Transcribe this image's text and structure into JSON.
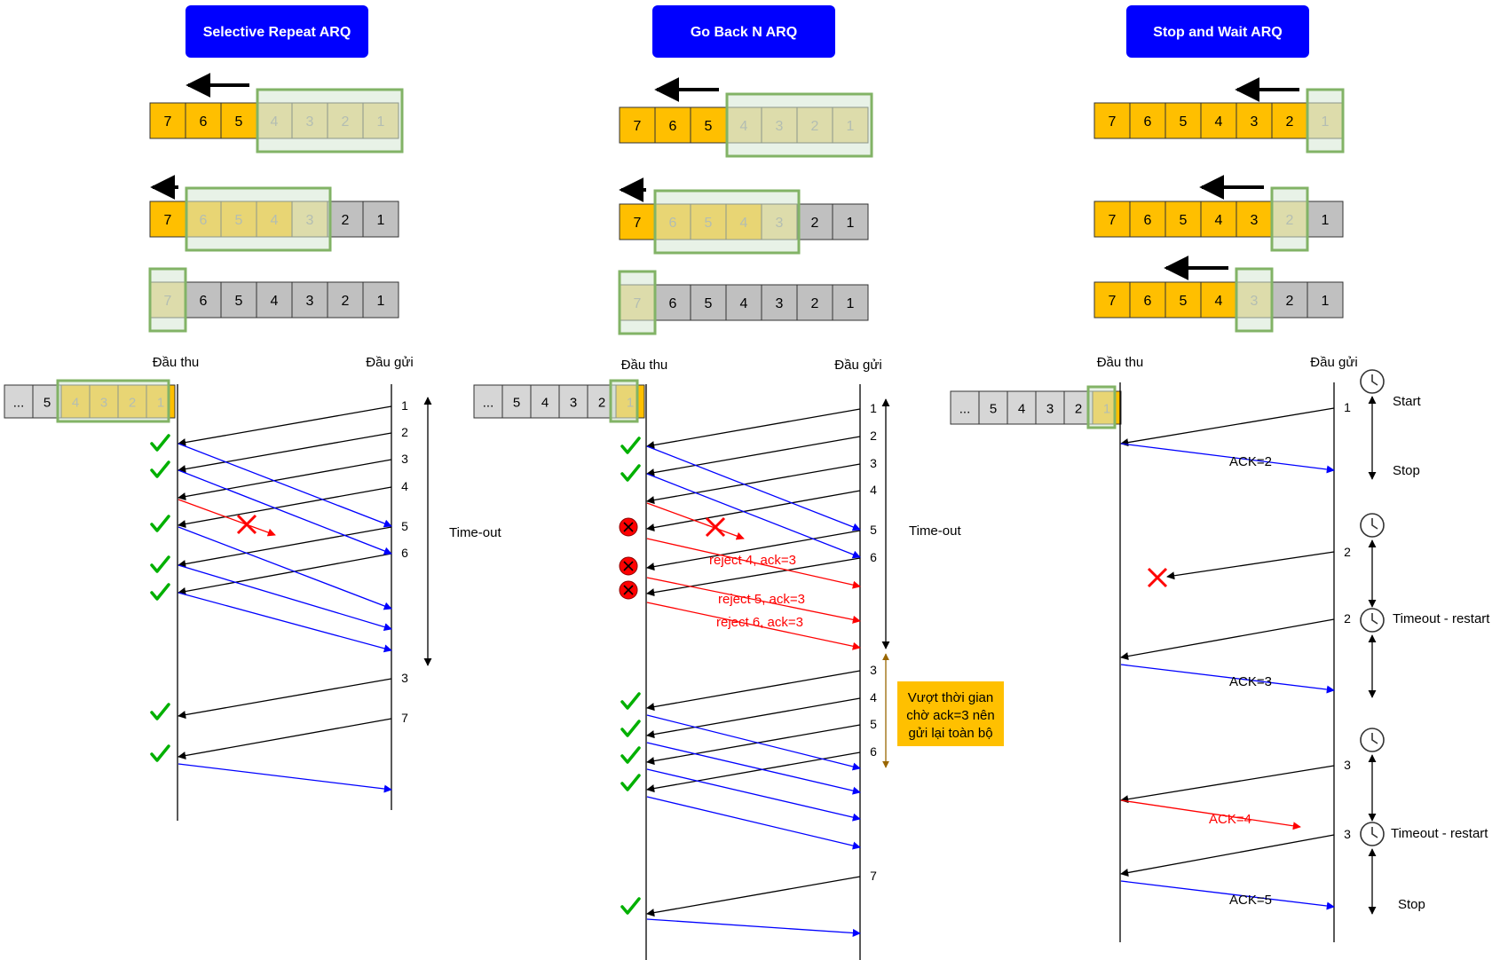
{
  "colors": {
    "header_bg": "#0000ff",
    "frame_sent": "#ffbf00",
    "frame_acked": "#c0c0c0",
    "window_fill": "#d5e8d4",
    "window_border": "#82b366",
    "data_arrow": "#000000",
    "ack_arrow": "#0000ff",
    "error": "#ff0000",
    "check": "#00b000",
    "note_bg": "#ffc000"
  },
  "receiver_label": "Đầu thu",
  "sender_label": "Đầu gửi",
  "selective_repeat": {
    "title": "Selective Repeat ARQ",
    "queue": [
      "...",
      "5",
      "4",
      "3",
      "2",
      "1"
    ],
    "seq_labels": [
      "1",
      "2",
      "3",
      "4",
      "5",
      "6",
      "3",
      "7"
    ],
    "timeout_label": "Time-out"
  },
  "go_back_n": {
    "title": "Go Back N ARQ",
    "queue": [
      "...",
      "5",
      "4",
      "3",
      "2",
      "1"
    ],
    "seq_labels": [
      "1",
      "2",
      "3",
      "4",
      "5",
      "6",
      "3",
      "4",
      "5",
      "6",
      "7"
    ],
    "timeout_label": "Time-out",
    "rejects": [
      "reject 4, ack=3",
      "reject 5, ack=3",
      "reject 6, ack=3"
    ],
    "note": [
      "Vượt thời gian",
      "chờ ack=3 nên",
      "gửi lại toàn bộ"
    ]
  },
  "stop_and_wait": {
    "title": "Stop and Wait ARQ",
    "queue": [
      "...",
      "5",
      "4",
      "3",
      "2",
      "1"
    ],
    "seq_labels": [
      "1",
      "2",
      "2",
      "3",
      "3"
    ],
    "acks": [
      "ACK=2",
      "ACK=3",
      "ACK=4",
      "ACK=5"
    ],
    "events": [
      "Start",
      "Stop",
      "Timeout - restart",
      "Timeout - restart",
      "Stop"
    ]
  },
  "frame_rows": {
    "sr": [
      [
        "7",
        "6",
        "5",
        "4",
        "3",
        "2",
        "1"
      ],
      [
        "7",
        "6",
        "5",
        "4",
        "3",
        "2",
        "1"
      ],
      [
        "7",
        "6",
        "5",
        "4",
        "3",
        "2",
        "1"
      ]
    ],
    "gbn": [
      [
        "7",
        "6",
        "5",
        "4",
        "3",
        "2",
        "1"
      ],
      [
        "7",
        "6",
        "5",
        "4",
        "3",
        "2",
        "1"
      ],
      [
        "7",
        "6",
        "5",
        "4",
        "3",
        "2",
        "1"
      ]
    ],
    "sw": [
      [
        "7",
        "6",
        "5",
        "4",
        "3",
        "2",
        "1"
      ],
      [
        "7",
        "6",
        "5",
        "4",
        "3",
        "2",
        "1"
      ],
      [
        "7",
        "6",
        "5",
        "4",
        "3",
        "2",
        "1"
      ]
    ]
  }
}
